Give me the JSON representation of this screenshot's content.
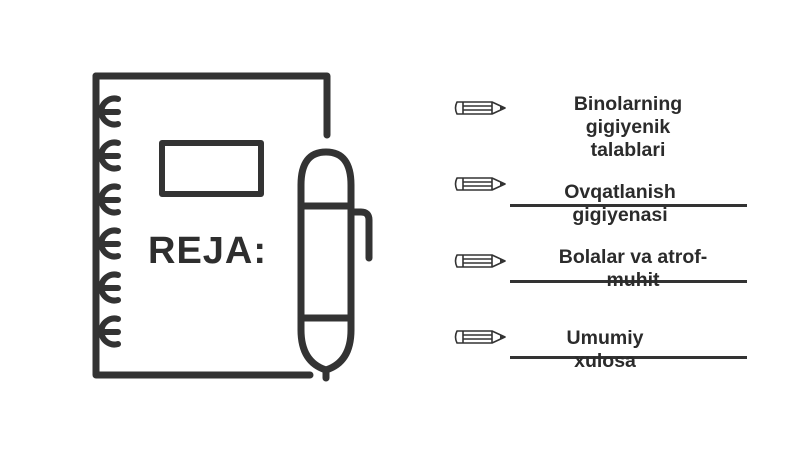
{
  "notebook": {
    "title": "REJA:"
  },
  "agenda": {
    "items": [
      {
        "label": "Binolarning gigiyenik talablari"
      },
      {
        "label": "Ovqatlanish gigiyenasi"
      },
      {
        "label": "Bolalar va atrof-muhit"
      },
      {
        "label": "Umumiy xulosa"
      }
    ]
  },
  "colors": {
    "ink": "#333333",
    "text": "#2b2b2b",
    "background": "#ffffff"
  },
  "icons": {
    "notebook": "spiral-notebook-icon",
    "pen": "pen-icon",
    "bullet": "pencil-icon"
  }
}
